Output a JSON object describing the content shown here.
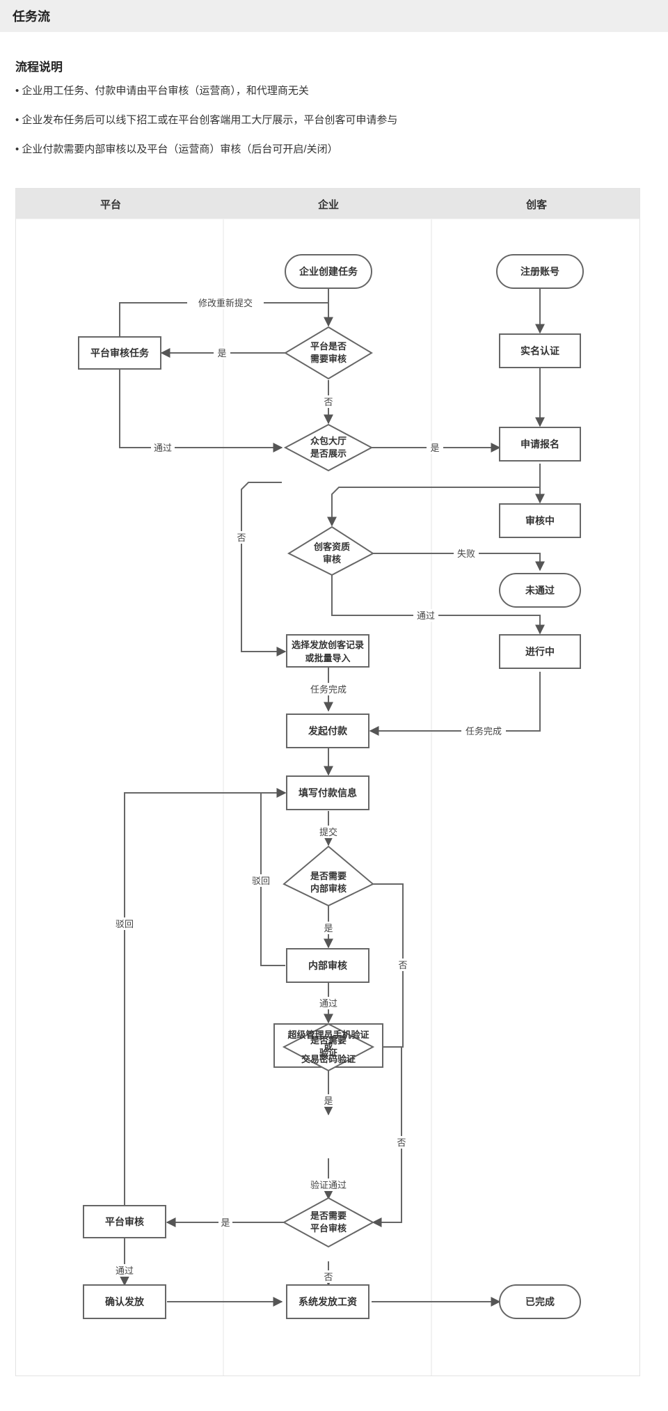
{
  "page": {
    "title": "任务流"
  },
  "explanation": {
    "title": "流程说明",
    "bullets": [
      "企业用工任务、付款申请由平台审核（运营商），和代理商无关",
      "企业发布任务后可以线下招工或在平台创客端用工大厅展示，平台创客可申请参与",
      "企业付款需要内部审核以及平台（运营商）审核（后台可开启/关闭）"
    ]
  },
  "lanes": {
    "platform": "平台",
    "enterprise": "企业",
    "maker": "创客"
  },
  "nodes": {
    "create_task": "企业创建任务",
    "need_review": [
      "平台是否",
      "需要审核"
    ],
    "platform_review_task": "平台审核任务",
    "show_in_hall": [
      "众包大厅",
      "是否展示"
    ],
    "register": "注册账号",
    "real_name": "实名认证",
    "apply": "申请报名",
    "reviewing": "审核中",
    "maker_qual": [
      "创客资质",
      "审核"
    ],
    "not_passed": "未通过",
    "select_record": [
      "选择发放创客记录",
      "或批量导入"
    ],
    "in_progress": "进行中",
    "initiate_payment": "发起付款",
    "fill_payment": "填写付款信息",
    "need_internal": [
      "是否需要",
      "内部审核"
    ],
    "internal_review": "内部审核",
    "need_verify": [
      "是否需要",
      "验证"
    ],
    "verify_method": [
      "超级管理员手机验证",
      "或",
      "交易密码验证"
    ],
    "need_platform": [
      "是否需要",
      "平台审核"
    ],
    "platform_review": "平台审核",
    "confirm_issue": "确认发放",
    "system_pay": "系统发放工资",
    "completed": "已完成"
  },
  "edge_labels": {
    "modify_resubmit": "修改重新提交",
    "yes_1": "是",
    "no_1": "否",
    "pass_1": "通过",
    "yes_2": "是",
    "no_2": "否",
    "fail": "失败",
    "pass_2": "通过",
    "task_done_1": "任务完成",
    "task_done_2": "任务完成",
    "submit": "提交",
    "reject_1": "驳回",
    "yes_3": "是",
    "no_3": "否",
    "pass_3": "通过",
    "yes_4": "是",
    "no_4": "否",
    "verify_pass": "验证通过",
    "reject_2": "驳回",
    "yes_5": "是",
    "no_5": "否",
    "pass_4": "通过"
  }
}
